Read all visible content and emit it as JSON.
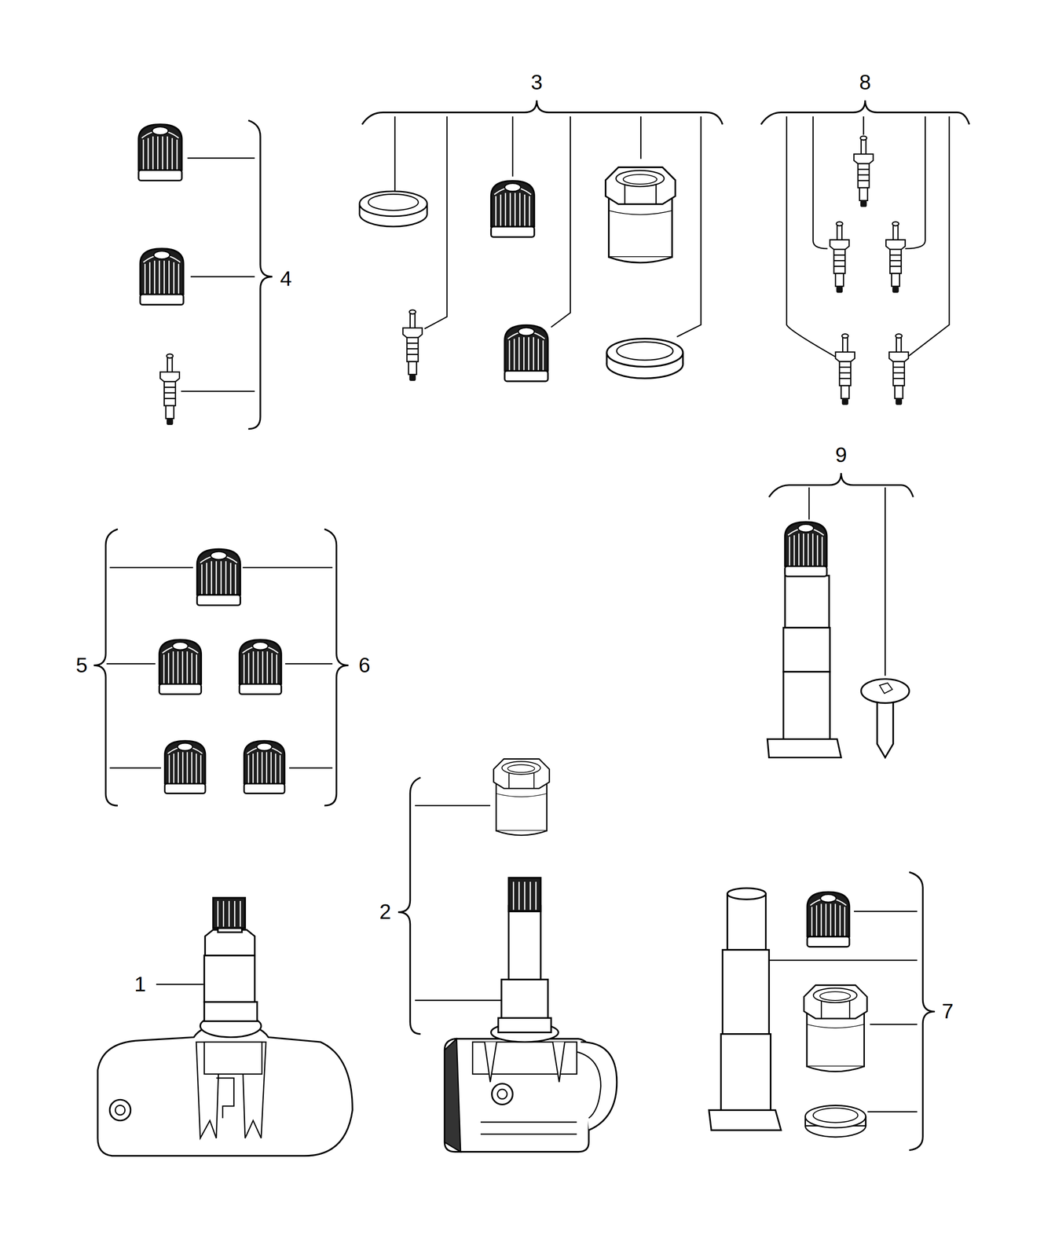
{
  "diagram": {
    "labels": [
      "3",
      "8",
      "4",
      "9",
      "5",
      "6",
      "2",
      "1",
      "7"
    ]
  }
}
